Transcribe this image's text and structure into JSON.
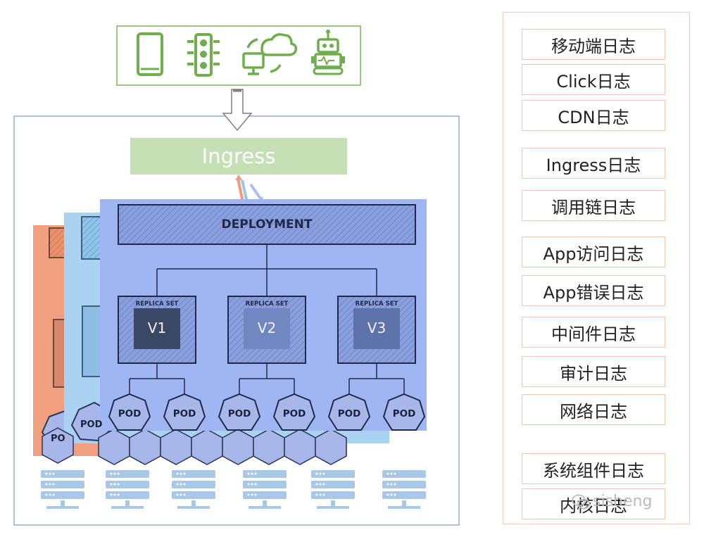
{
  "ingress": {
    "label": "Ingress"
  },
  "deployment": {
    "label": "DEPLOYMENT"
  },
  "replica_sets": [
    {
      "caption": "REPLICA SET",
      "version": "V1"
    },
    {
      "caption": "REPLICA SET",
      "version": "V2"
    },
    {
      "caption": "REPLICA SET",
      "version": "V3"
    }
  ],
  "pod_label": "POD",
  "back_pods": [
    "POD",
    "PO"
  ],
  "client_icons": [
    "mobile-phone-icon",
    "traffic-light-icon",
    "cloud-computer-sync-icon",
    "robot-icon"
  ],
  "logs": [
    "移动端日志",
    "Click日志",
    "CDN日志",
    "Ingress日志",
    "调用链日志",
    "App访问日志",
    "App错误日志",
    "中间件日志",
    "审计日志",
    "网络日志",
    "系统组件日志",
    "内核日志"
  ],
  "watermark": "sisheng",
  "colors": {
    "green_frame": "#7ab45c",
    "ingress_fill": "#c4e0b4",
    "cluster_border": "#7d9ac9",
    "layer_orange": "#f0a07e",
    "layer_lightblue": "#a9d3f1",
    "layer_blue": "#9fb6f3",
    "pod_fill": "#a7b7e9",
    "server_blue": "#a9c7e6",
    "log_border": "#f1c7ae"
  }
}
